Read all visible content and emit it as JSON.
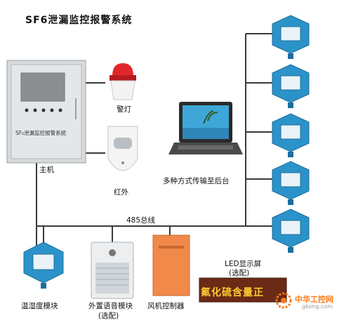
{
  "title": "SF6泄漏监控报警系统",
  "labels": {
    "panel_text": "SF₆泄漏监控报警系统",
    "alarm_light": "警灯",
    "infrared": "红外",
    "host": "主机",
    "laptop_caption": "多种方式传输至后台",
    "bus": "485总线",
    "temp_humidity": "温湿度模块",
    "voice_line1": "外置语音模块",
    "voice_line2": "(选配)",
    "fan": "风机控制器",
    "led_line1": "LED显示屏",
    "led_line2": "(选配)",
    "led_scroll": "氟化硫含量正"
  },
  "watermark": {
    "brand": "中华工控网",
    "url": "gkong.com"
  },
  "colors": {
    "line": "#3a3a3a",
    "sensor_body": "#2b93c9",
    "sensor_dark": "#1d6f9e",
    "panel": "#d7dadc",
    "led_bg": "#6b2a16",
    "fan_box": "#f0894a"
  },
  "sensor_count": 5
}
